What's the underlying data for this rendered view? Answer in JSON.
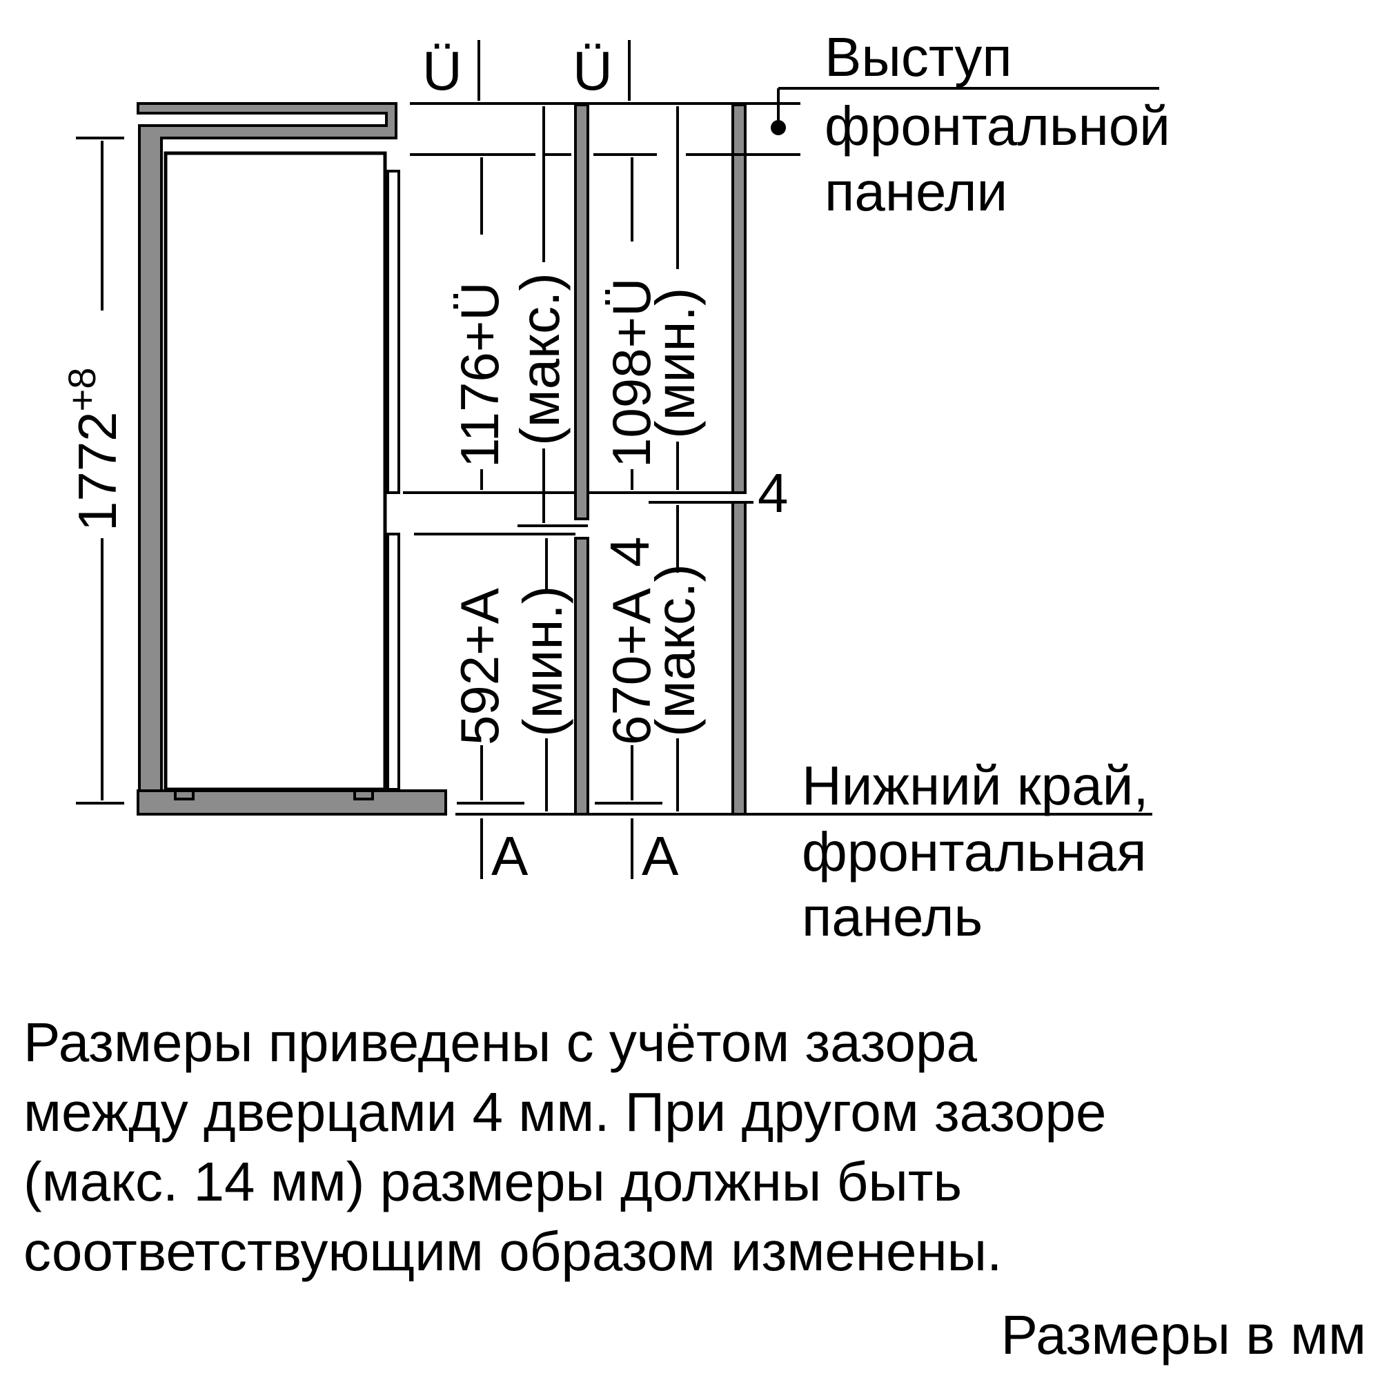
{
  "labels": {
    "top_offset_left": "Ü",
    "top_offset_right": "Ü",
    "front_panel_protrusion": [
      "Выступ",
      "фронтальной",
      "панели"
    ],
    "niche_height": "1772",
    "niche_height_tolerance": "+8",
    "upper_door_max": "1176+Ü",
    "upper_door_max_note": "(макс.)",
    "upper_door_min": "1098+Ü",
    "upper_door_min_note": "(мин.)",
    "lower_door_min": "592+A",
    "lower_door_min_note": "(мин.)",
    "lower_door_max": "670+A",
    "lower_door_max_note": "(макс.)",
    "gap_left": "4",
    "gap_right": "4",
    "bottom_offset_left": "A",
    "bottom_offset_right": "A",
    "bottom_edge": [
      "Нижний край,",
      "фронтальная",
      "панель"
    ]
  },
  "note": [
    "Размеры приведены с учётом зазора",
    "между дверцами 4 мм. При другом зазоре",
    "(макс. 14 мм) размеры должны быть",
    "соответствующим образом изменены."
  ],
  "units": "Размеры в мм"
}
